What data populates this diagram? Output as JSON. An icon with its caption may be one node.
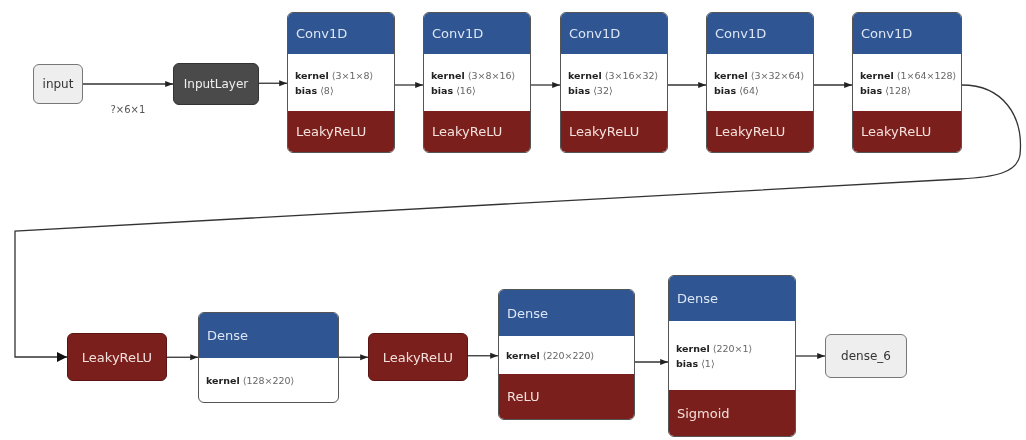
{
  "diagram": {
    "nodes": [
      {
        "text": [
          "input"
        ]
      },
      {
        "text": [
          "InputLayer"
        ]
      },
      {
        "text": [
          "Conv1D",
          "**kernel** ⟨3×1×8⟩",
          "**bias** ⟨8⟩",
          "LeakyReLU"
        ]
      },
      {
        "text": [
          "Conv1D",
          "**kernel** ⟨3×8×16⟩",
          "**bias** ⟨16⟩",
          "LeakyReLU"
        ]
      },
      {
        "text": [
          "Conv1D",
          "**kernel** ⟨3×16×32⟩",
          "**bias** ⟨32⟩",
          "LeakyReLU"
        ]
      },
      {
        "text": [
          "Conv1D",
          "**kernel** ⟨3×32×64⟩",
          "**bias** ⟨64⟩",
          "LeakyReLU"
        ]
      },
      {
        "text": [
          "Conv1D",
          "**kernel** ⟨1×64×128⟩",
          "**bias** ⟨128⟩",
          "LeakyReLU"
        ]
      },
      {
        "text": [
          "LeakyReLU"
        ]
      },
      {
        "text": [
          "Dense",
          "**kernel** ⟨128×220⟩"
        ]
      },
      {
        "text": [
          "LeakyReLU"
        ]
      },
      {
        "text": [
          "Dense",
          "**kernel** ⟨220×220⟩",
          "ReLU"
        ]
      },
      {
        "text": [
          "Dense",
          "**kernel** ⟨220×1⟩",
          "**bias** ⟨1⟩",
          "Sigmoid"
        ]
      },
      {
        "text": [
          "dense_6"
        ]
      }
    ],
    "edges": [
      {
        "from": 0,
        "to": 1,
        "arrow": "to",
        "label": "?×6×1"
      },
      {
        "from": 1,
        "to": 2,
        "arrow": "to"
      },
      {
        "from": 2,
        "to": 3,
        "arrow": "to"
      },
      {
        "from": 3,
        "to": 4,
        "arrow": "to"
      },
      {
        "from": 4,
        "to": 5,
        "arrow": "to"
      },
      {
        "from": 5,
        "to": 6,
        "arrow": "to"
      },
      {
        "from": 6,
        "to": 7,
        "arrow": "to"
      },
      {
        "from": 7,
        "to": 8,
        "arrow": "to"
      },
      {
        "from": 8,
        "to": 9,
        "arrow": "to"
      },
      {
        "from": 9,
        "to": 10,
        "arrow": "to"
      },
      {
        "from": 10,
        "to": 11,
        "arrow": "to"
      },
      {
        "from": 11,
        "to": 12,
        "arrow": "to"
      }
    ]
  }
}
